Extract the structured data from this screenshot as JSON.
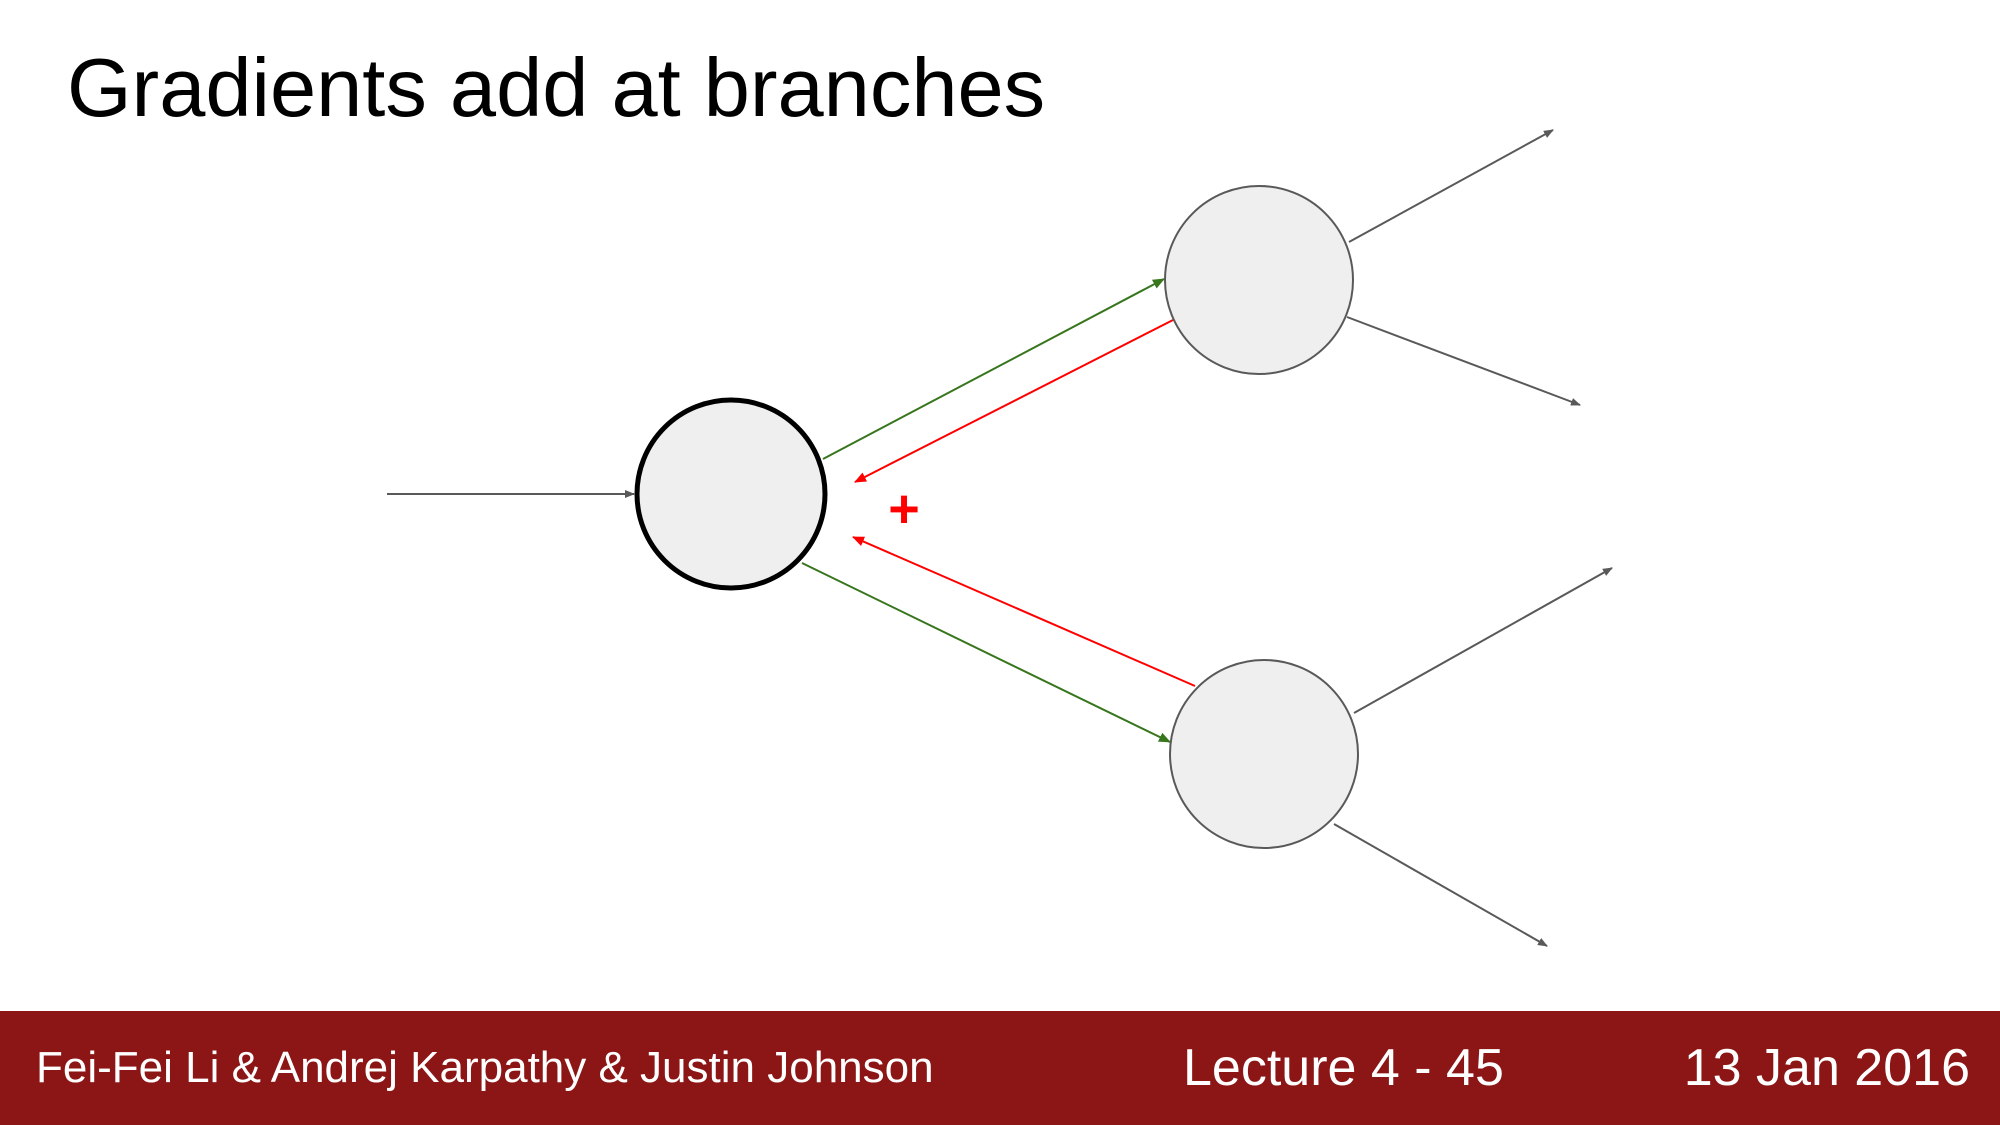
{
  "slide": {
    "title": "Gradients add at branches"
  },
  "diagram": {
    "plus_sign": "+",
    "colors": {
      "forward_edge": "#38761d",
      "backward_edge": "#ff0000",
      "plain_edge": "#595959",
      "node_fill": "#efefef",
      "node_stroke": "#595959",
      "main_node_stroke": "#000000"
    }
  },
  "footer": {
    "authors": "Fei-Fei Li & Andrej Karpathy & Justin Johnson",
    "lecture": "Lecture 4 - 45",
    "date": "13 Jan 2016",
    "background_color": "#8c1515"
  }
}
